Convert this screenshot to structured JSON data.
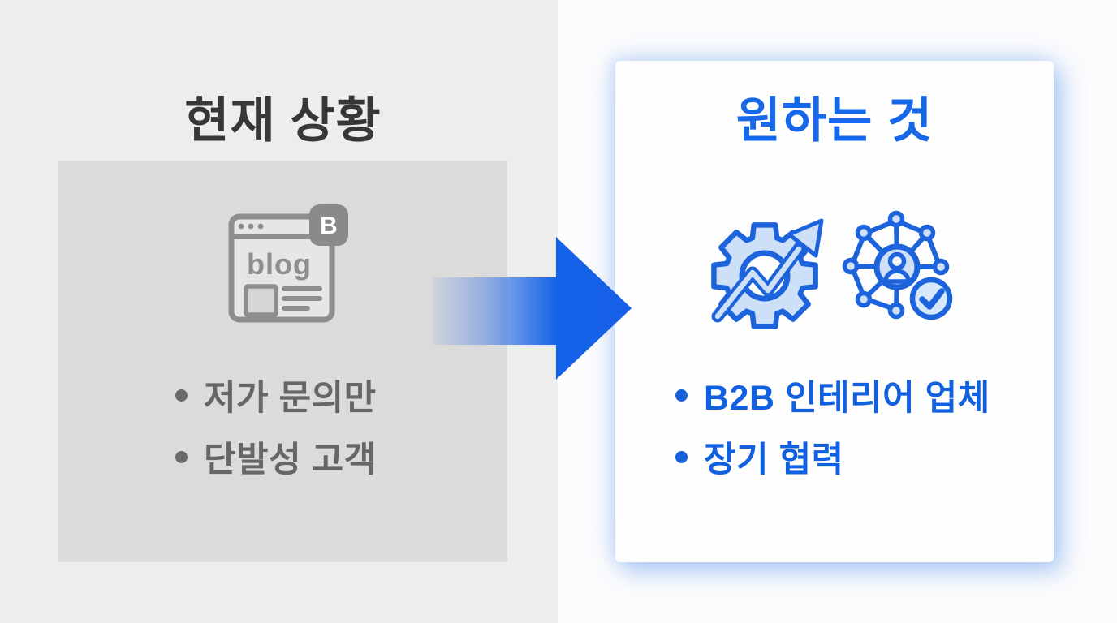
{
  "left_panel": {
    "title": "현재 상황",
    "blog_icon": {
      "name": "blog-icon",
      "blog_text": "blog",
      "badge_letter": "B"
    },
    "items": [
      {
        "label": "저가 문의만"
      },
      {
        "label": "단발성 고객"
      }
    ]
  },
  "arrow": {
    "name": "transition-arrow-right",
    "direction": "right"
  },
  "right_panel": {
    "title": "원하는 것",
    "icons": [
      {
        "name": "gear-growth-icon"
      },
      {
        "name": "network-partnership-icon"
      }
    ],
    "items": [
      {
        "label": "B2B 인테리어 업체"
      },
      {
        "label": "장기 협력"
      }
    ]
  },
  "colors": {
    "accent_blue": "#1563e8",
    "text_blue": "#1160df",
    "title_blue": "#1668e8",
    "icon_stroke_blue": "#1d64dc",
    "icon_fill_blue": "#cee0f8",
    "left_bg": "#ededeb",
    "gray_box": "#dbdbda",
    "title_gray": "#373737",
    "bullet_gray": "#666665",
    "blog_icon_gray": "#8e8e8e",
    "card_glow": "#8cb4ef"
  }
}
